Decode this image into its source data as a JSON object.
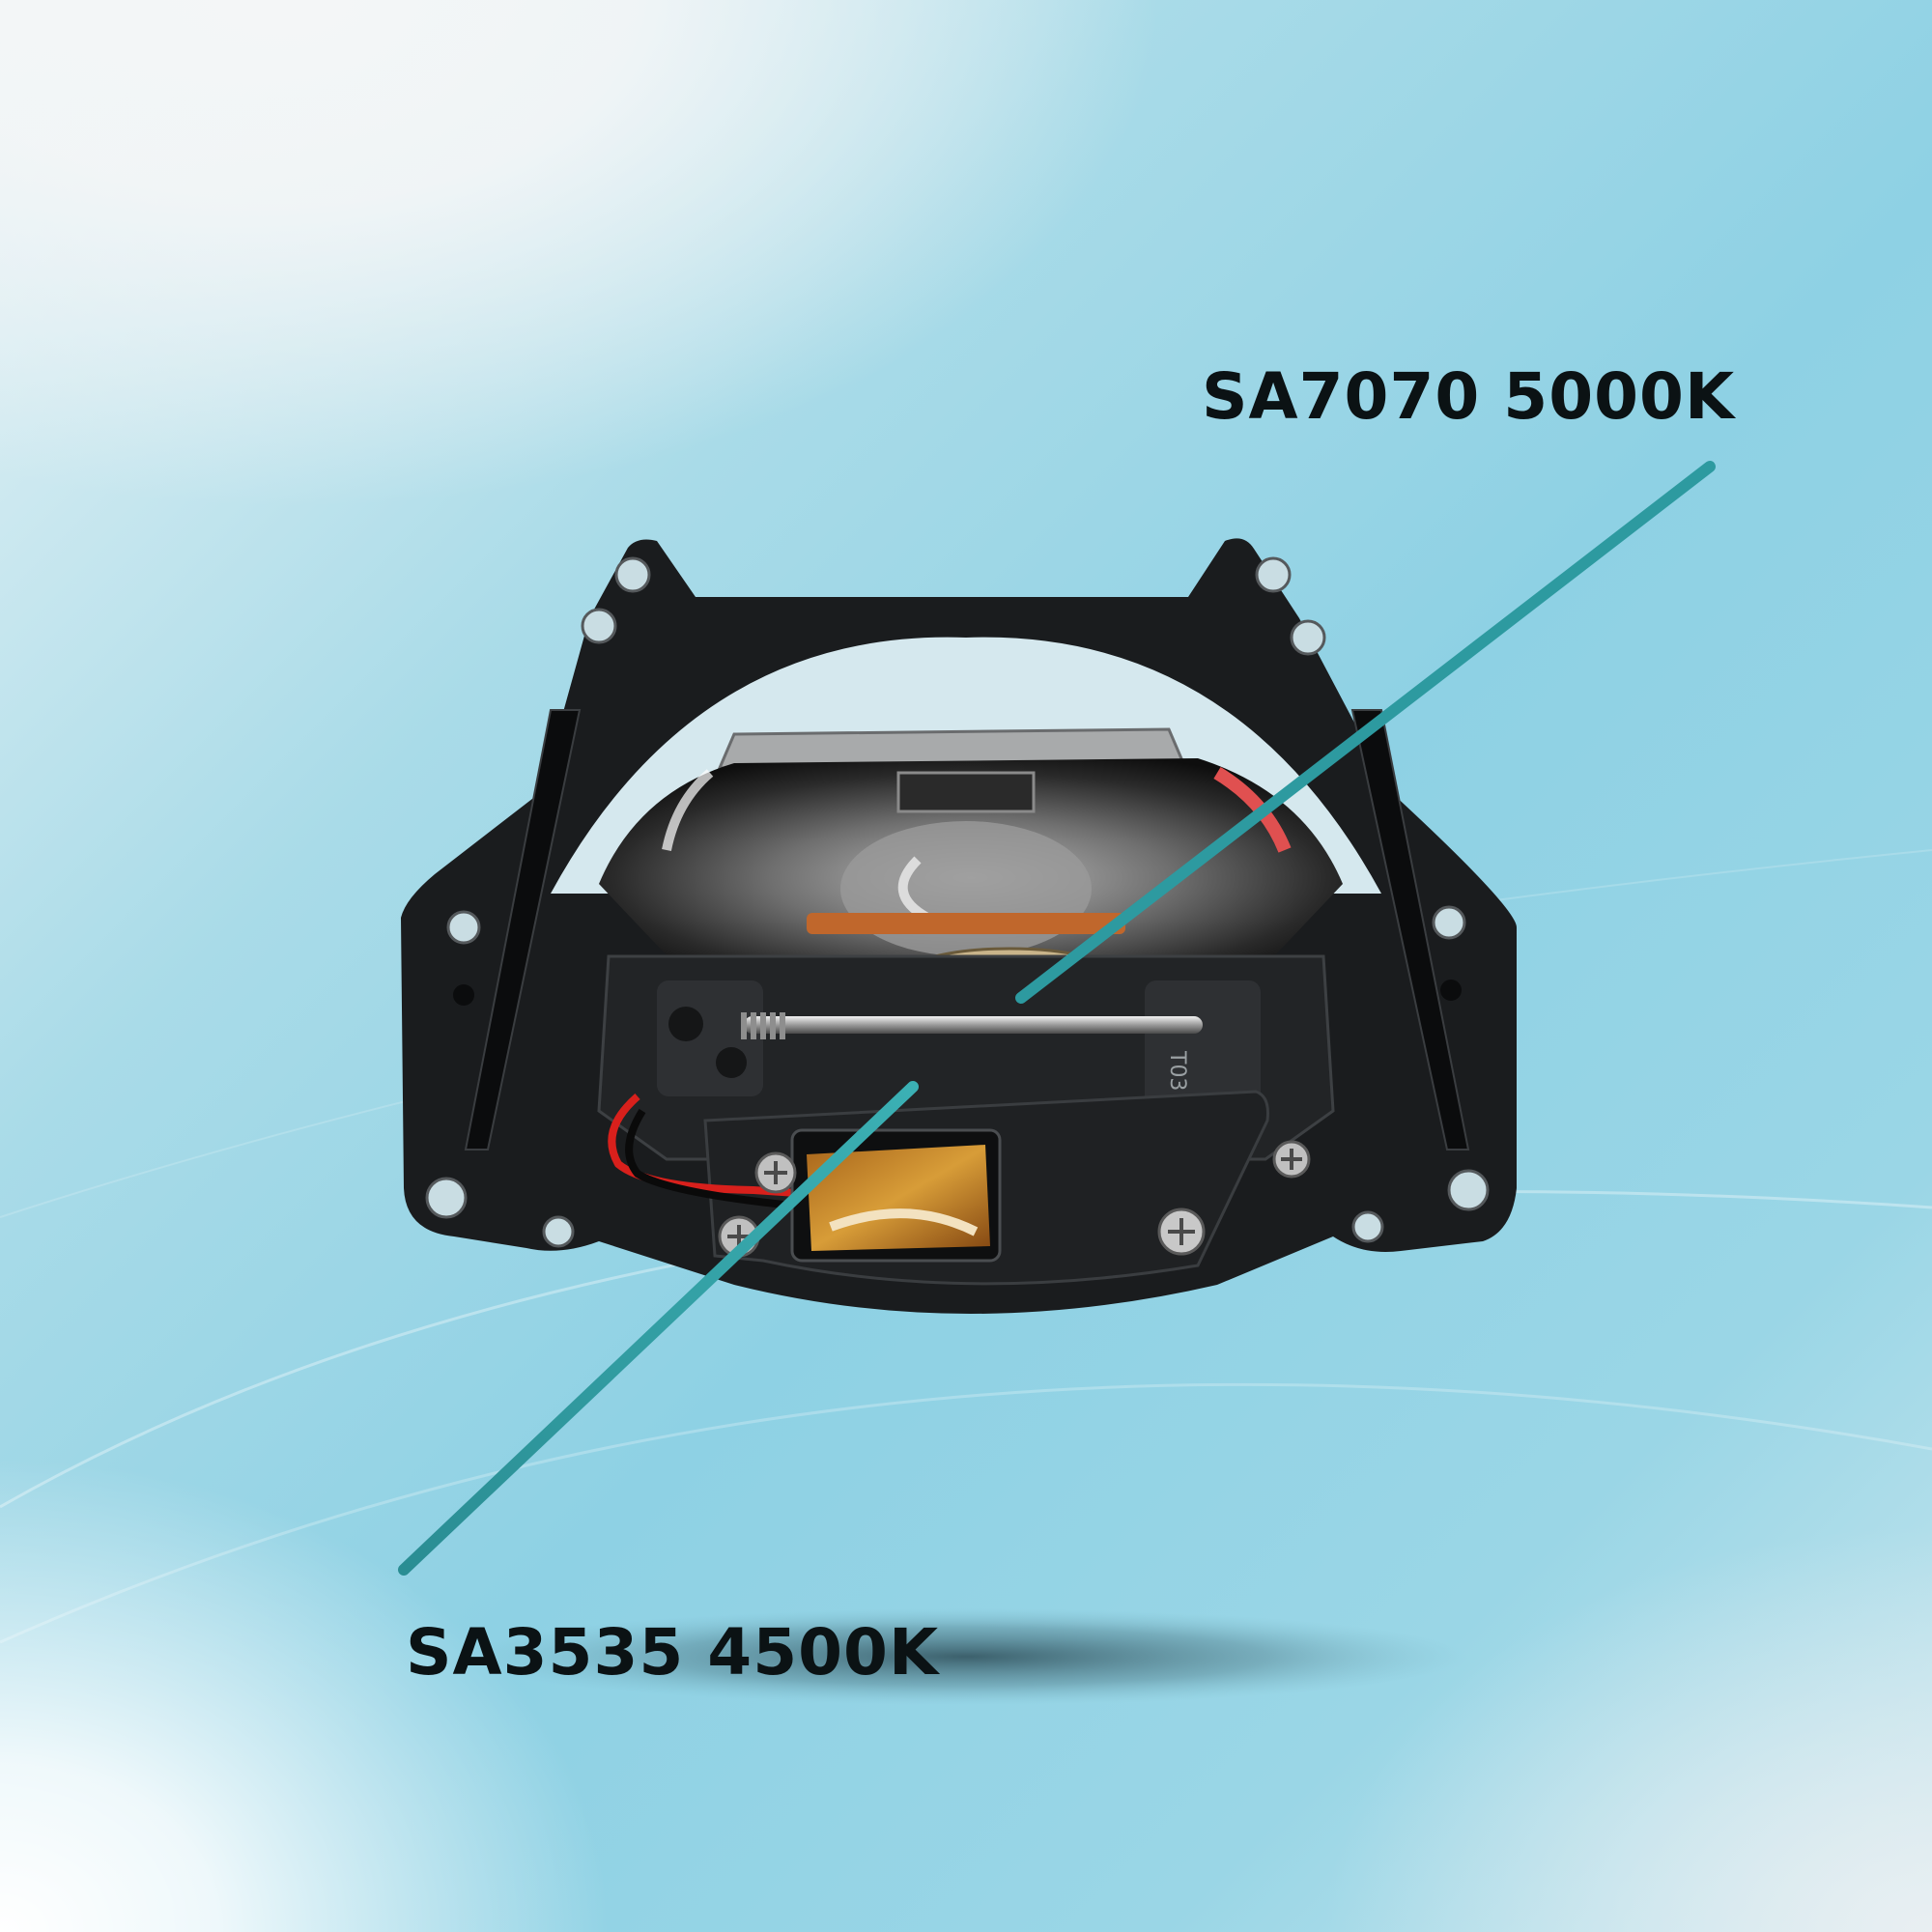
{
  "labels": {
    "top": "SA7070 5000K",
    "bottom": "SA3535 4500K"
  },
  "colors": {
    "leader_line": "#2e8e94",
    "leader_line_dark": "#126068",
    "bracket": "#1a1c1e",
    "label_text": "#0b1214"
  },
  "icons": {
    "product": "led-projector-module",
    "screws": "phillips-screw-icon"
  }
}
